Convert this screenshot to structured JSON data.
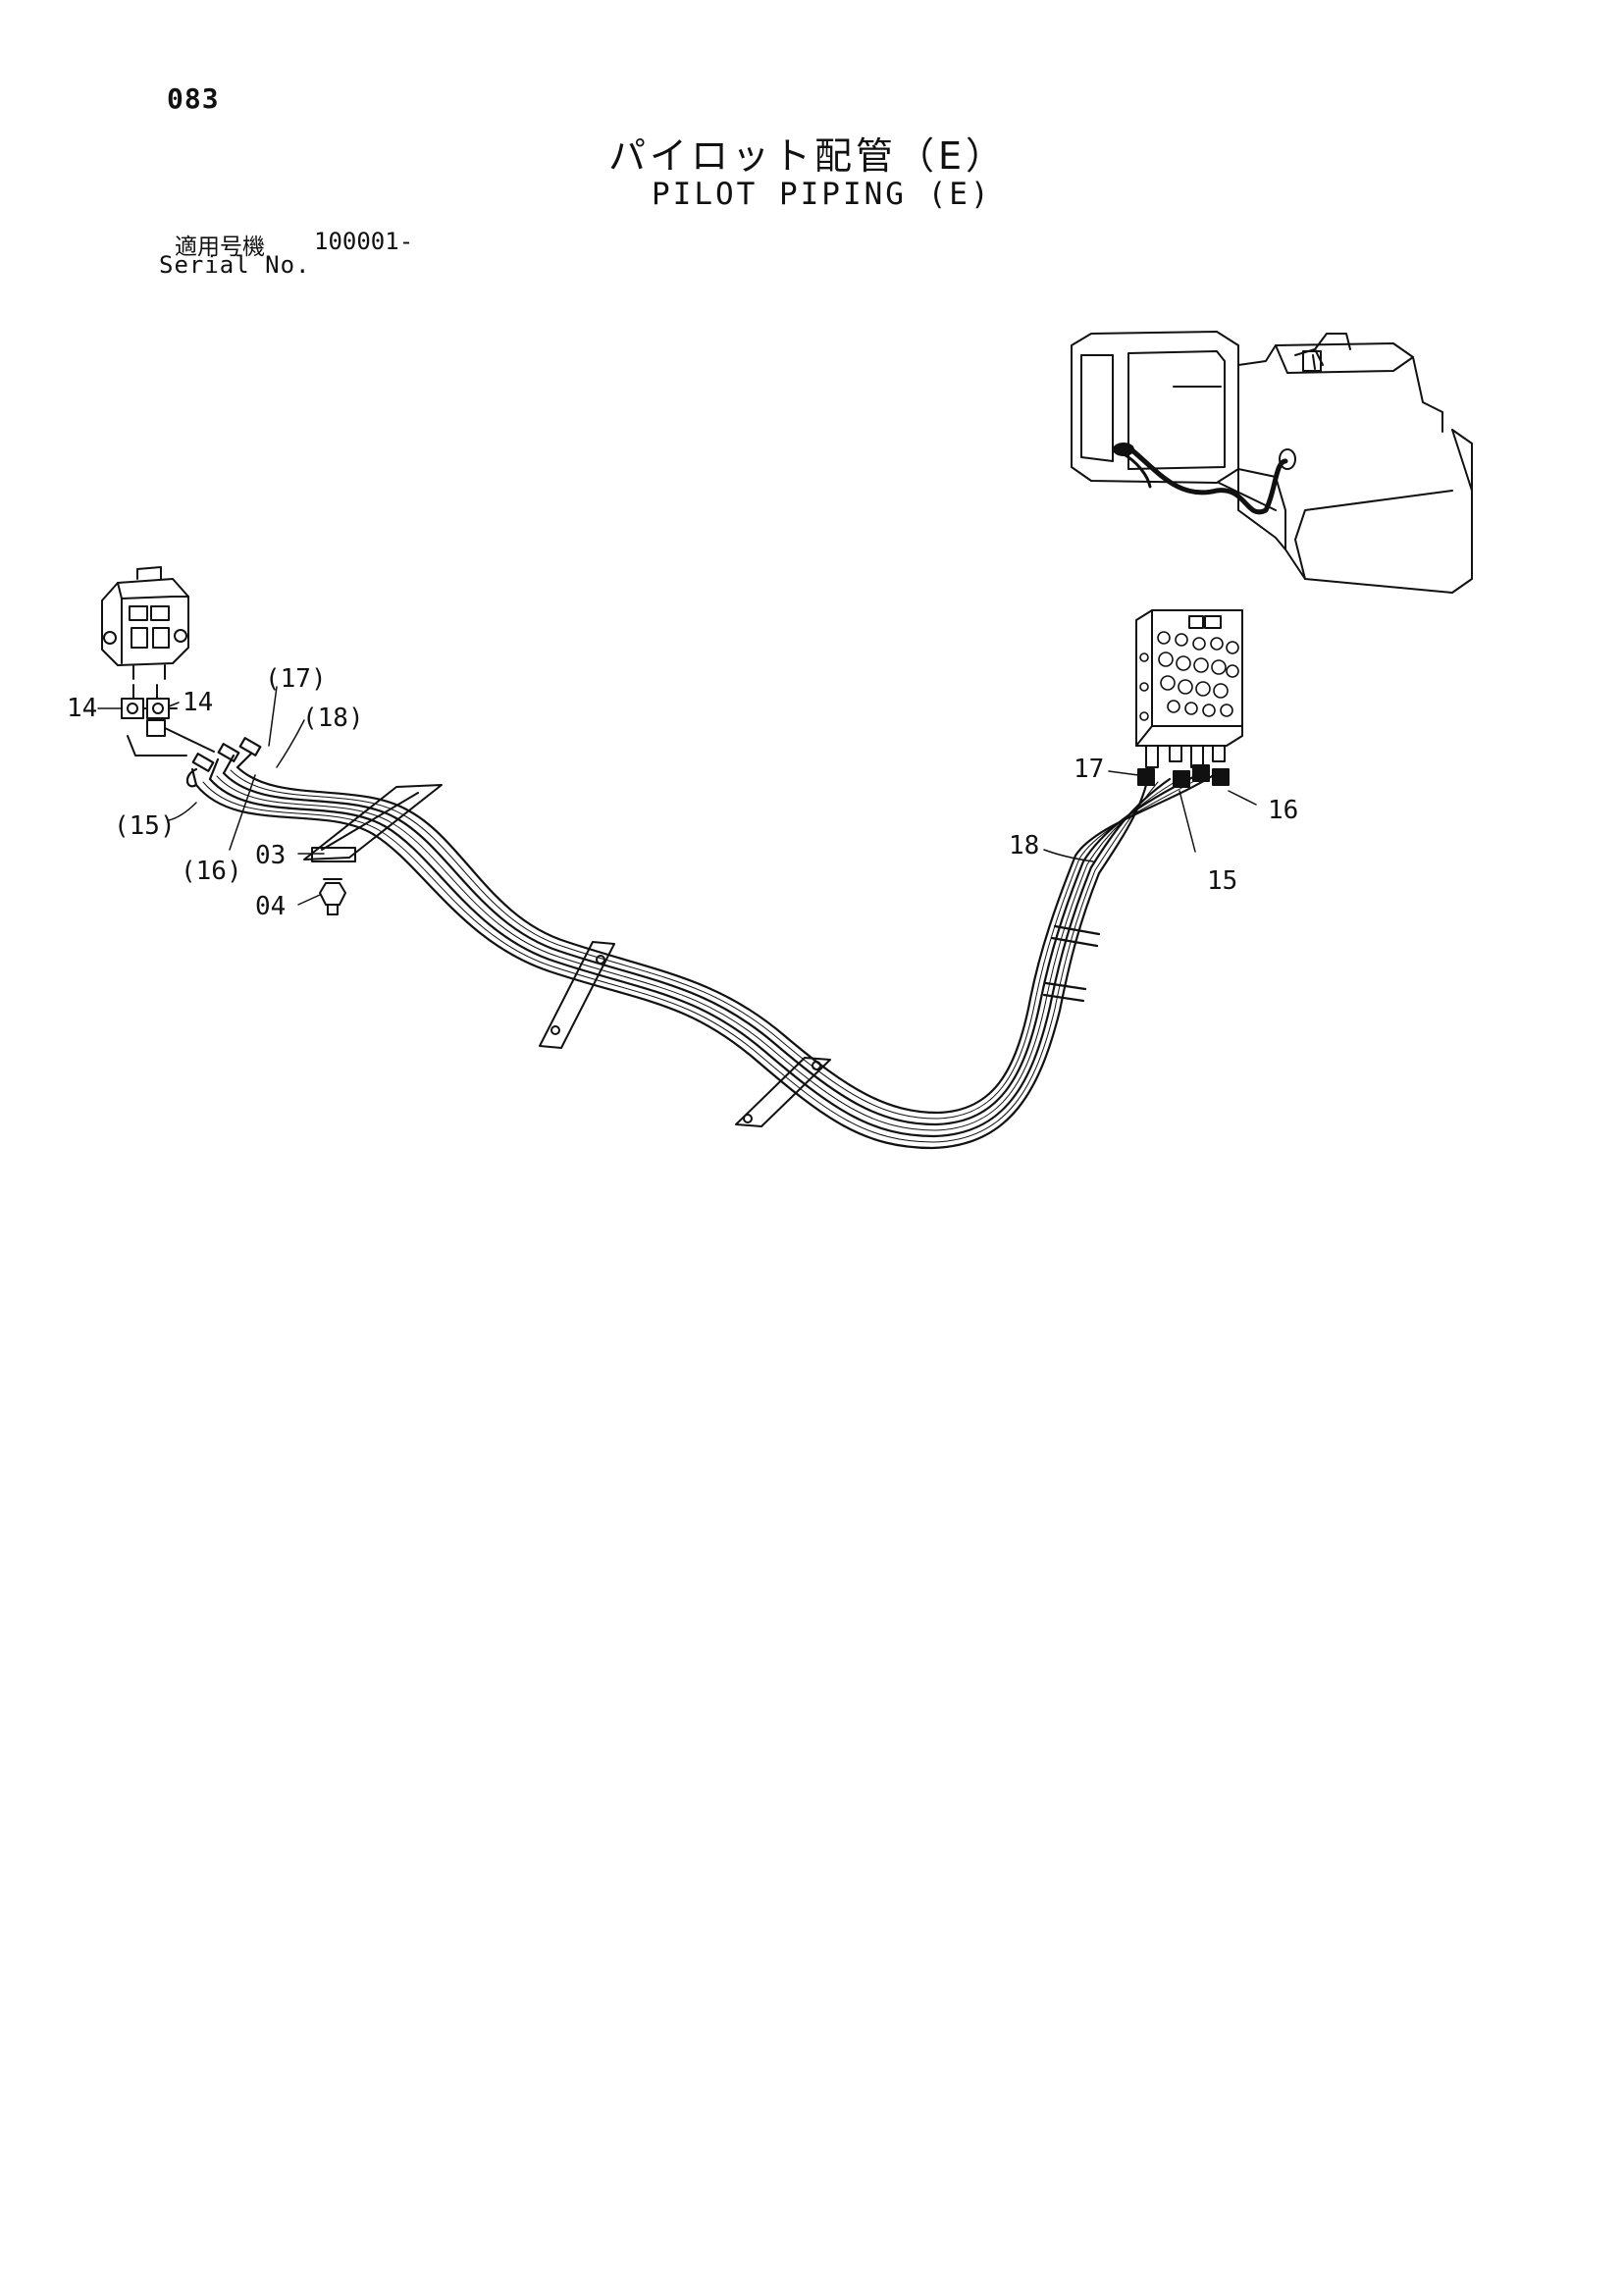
{
  "page": {
    "number": "083"
  },
  "title": {
    "japanese": "パイロット配管（E）",
    "english": "PILOT PIPING (E)"
  },
  "serial": {
    "label_jp": "適用号機",
    "label_en": "Serial No.",
    "value": "100001-"
  },
  "callouts": {
    "c14a": "14",
    "c14b": "14",
    "c15l": "(15)",
    "c16l": "(16)",
    "c17l": "(17)",
    "c18l": "(18)",
    "c03": "03",
    "c04": "04",
    "c17r": "17",
    "c18r": "18",
    "c15r": "15",
    "c16r": "16"
  }
}
